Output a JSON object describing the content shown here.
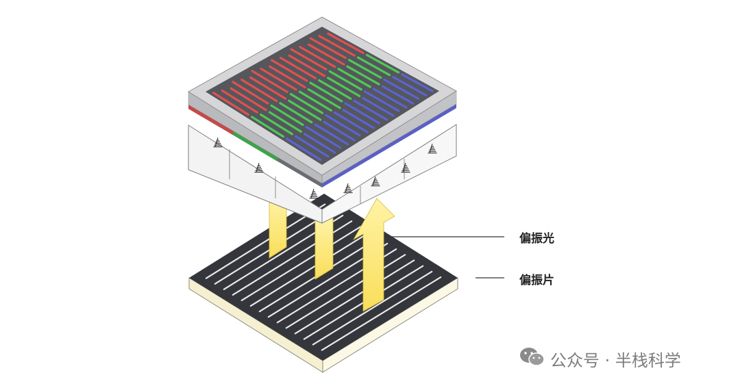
{
  "labels": {
    "polarized_light": "偏振光",
    "polarizer": "偏振片"
  },
  "watermark": {
    "icon": "wechat-icon",
    "text": "公众号 · 半栈科学"
  },
  "colors": {
    "red_subpixel": "#e2504f",
    "green_subpixel": "#4fc957",
    "blue_subpixel": "#5a63d6",
    "light_arrow": "#fde87a",
    "polarizer_face": "#35373d",
    "polarizer_base": "#faf6df",
    "glass_top": "#55575c"
  }
}
